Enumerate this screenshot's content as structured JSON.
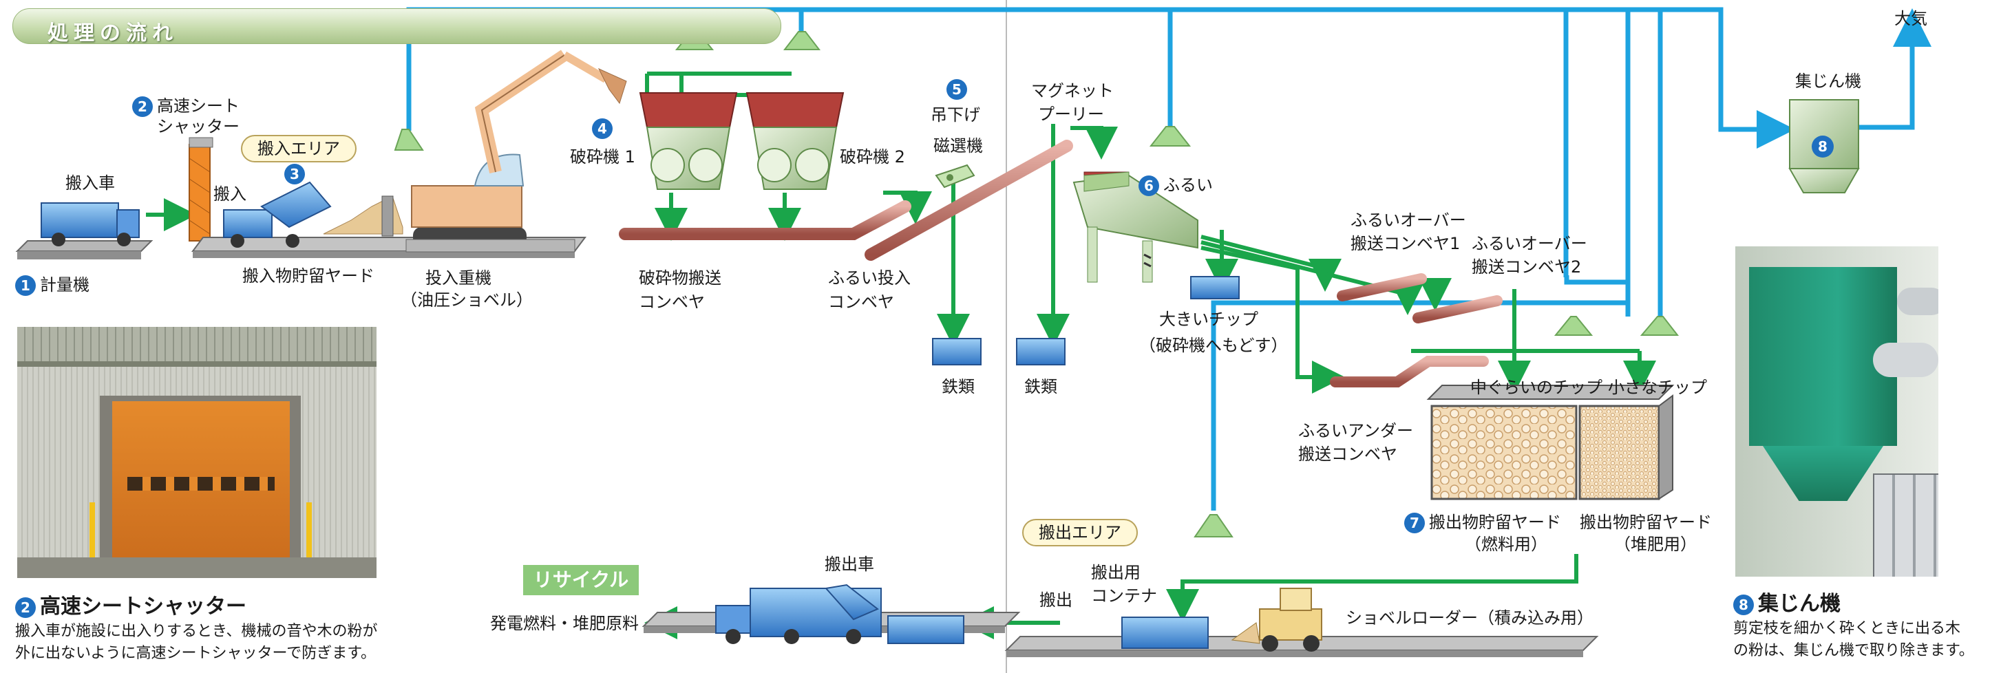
{
  "header": {
    "title": "処理の流れ"
  },
  "areas": {
    "intake": "搬入エリア",
    "outbound": "搬出エリア"
  },
  "labels": {
    "weighbridge": {
      "num": "1",
      "text": "計量機"
    },
    "truck_in": "搬入車",
    "shutter": {
      "num": "2",
      "line1": "高速シート",
      "line2": "シャッター"
    },
    "intake": {
      "num": "3",
      "text": "搬入"
    },
    "intake_yard": "搬入物貯留ヤード",
    "excavator": {
      "line1": "投入重機",
      "line2": "（油圧ショベル）"
    },
    "crusher1": {
      "num": "4",
      "text": "破砕機 1"
    },
    "crusher2": "破砕機 2",
    "crushed_conveyor": {
      "line1": "破砕物搬送",
      "line2": "コンベヤ"
    },
    "screen_conveyor": {
      "line1": "ふるい投入",
      "line2": "コンベヤ"
    },
    "magnet": {
      "num": "5",
      "line1": "吊下げ",
      "line2": "磁選機"
    },
    "iron1": "鉄類",
    "iron2": "鉄類",
    "magnet_pulley": {
      "line1": "マグネット",
      "line2": "プーリー"
    },
    "screen": {
      "num": "6",
      "text": "ふるい"
    },
    "big_chip": {
      "line1": "大きいチップ",
      "line2": "（破砕機へもどす）"
    },
    "over_conveyor1": {
      "line1": "ふるいオーバー",
      "line2": "搬送コンベヤ1"
    },
    "over_conveyor2": {
      "line1": "ふるいオーバー",
      "line2": "搬送コンベヤ2"
    },
    "under_conveyor": {
      "line1": "ふるいアンダー",
      "line2": "搬送コンベヤ"
    },
    "mid_chip": "中ぐらいのチップ",
    "small_chip": "小さなチップ",
    "out_yard_fuel": {
      "num": "7",
      "line1": "搬出物貯留ヤード",
      "line2": "（燃料用）"
    },
    "out_yard_compost": {
      "line1": "搬出物貯留ヤード",
      "line2": "（堆肥用）"
    },
    "dust_collector": {
      "num": "8",
      "text": "集じん機"
    },
    "atmosphere": "大気",
    "container": {
      "line1": "搬出用",
      "line2": "コンテナ"
    },
    "carry_out": "搬出",
    "loader": "ショベルローダー（積み込み用）",
    "truck_out": "搬出車",
    "recycle": "リサイクル",
    "products": "発電燃料・堆肥原料"
  },
  "captions": {
    "shutter": {
      "num": "2",
      "title": "高速シートシャッター",
      "body": "搬入車が施設に出入りするとき、機械の音や木の粉が外に出ないように高速シートシャッターで防ぎます。"
    },
    "dust": {
      "num": "8",
      "title": "集じん機",
      "body": "剪定枝を細かく砕くときに出る木の粉は、集じん機で取り除きます。"
    }
  },
  "colors": {
    "flow_green": "#1aa54a",
    "air_blue": "#1ea3e0",
    "conveyor": "#c97a6e",
    "box_blue": "#4a8fd6",
    "hood_green": "#8ecc7a"
  }
}
